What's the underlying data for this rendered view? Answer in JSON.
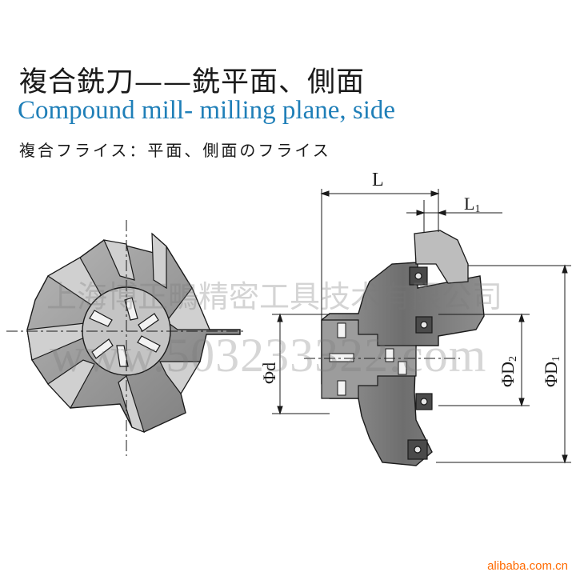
{
  "title_cn": "複合銑刀——銑平面、側面",
  "title_en": "Compound mill- milling plane, side",
  "title_jp": "複合フライス：平面、側面のフライス",
  "watermark_company": "上海博正鴫精密工具技术有限公司",
  "watermark_site": "www.503233322.com",
  "footer": "alibaba.com.cn",
  "dimensions": {
    "L": "L",
    "L1_main": "L",
    "L1_sub": "1",
    "phi_d": "Φd",
    "phi_D2_main": "ΦD",
    "phi_D2_sub": "2",
    "phi_D1_main": "ΦD",
    "phi_D1_sub": "1"
  },
  "colors": {
    "body": "#8c8c8c",
    "body_light": "#b5b5b5",
    "outline": "#1a1a1a",
    "accent": "#1f7fb8",
    "footer": "#ff6a00"
  }
}
